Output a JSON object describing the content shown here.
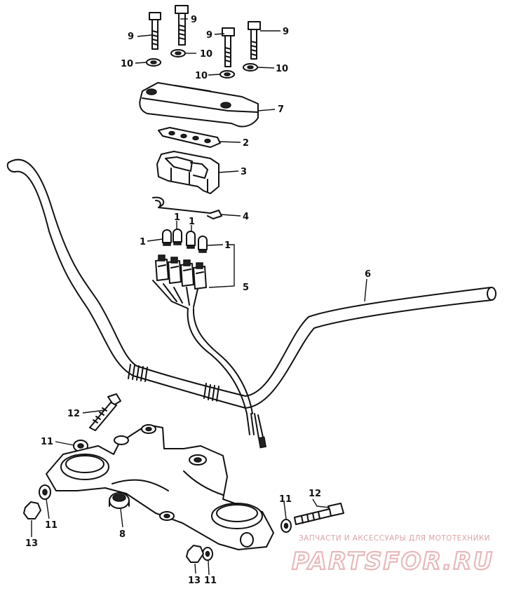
{
  "callouts": {
    "c9a": "9",
    "c9b": "9",
    "c9c": "9",
    "c9d": "9",
    "c10a": "10",
    "c10b": "10",
    "c10c": "10",
    "c10d": "10",
    "c7": "7",
    "c2": "2",
    "c3": "3",
    "c4": "4",
    "c1a": "1",
    "c1b": "1",
    "c1c": "1",
    "c1d": "1",
    "c5": "5",
    "c6": "6",
    "c12a": "12",
    "c12b": "12",
    "c11a": "11",
    "c11b": "11",
    "c11c": "11",
    "c11d": "11",
    "c13a": "13",
    "c13b": "13",
    "c8": "8"
  },
  "watermark": {
    "line1": "ЗАПЧАСТИ И АКСЕССУАРЫ ДЛЯ МОТОТЕХНИКИ",
    "line2": "PARTSFOR.RU"
  }
}
